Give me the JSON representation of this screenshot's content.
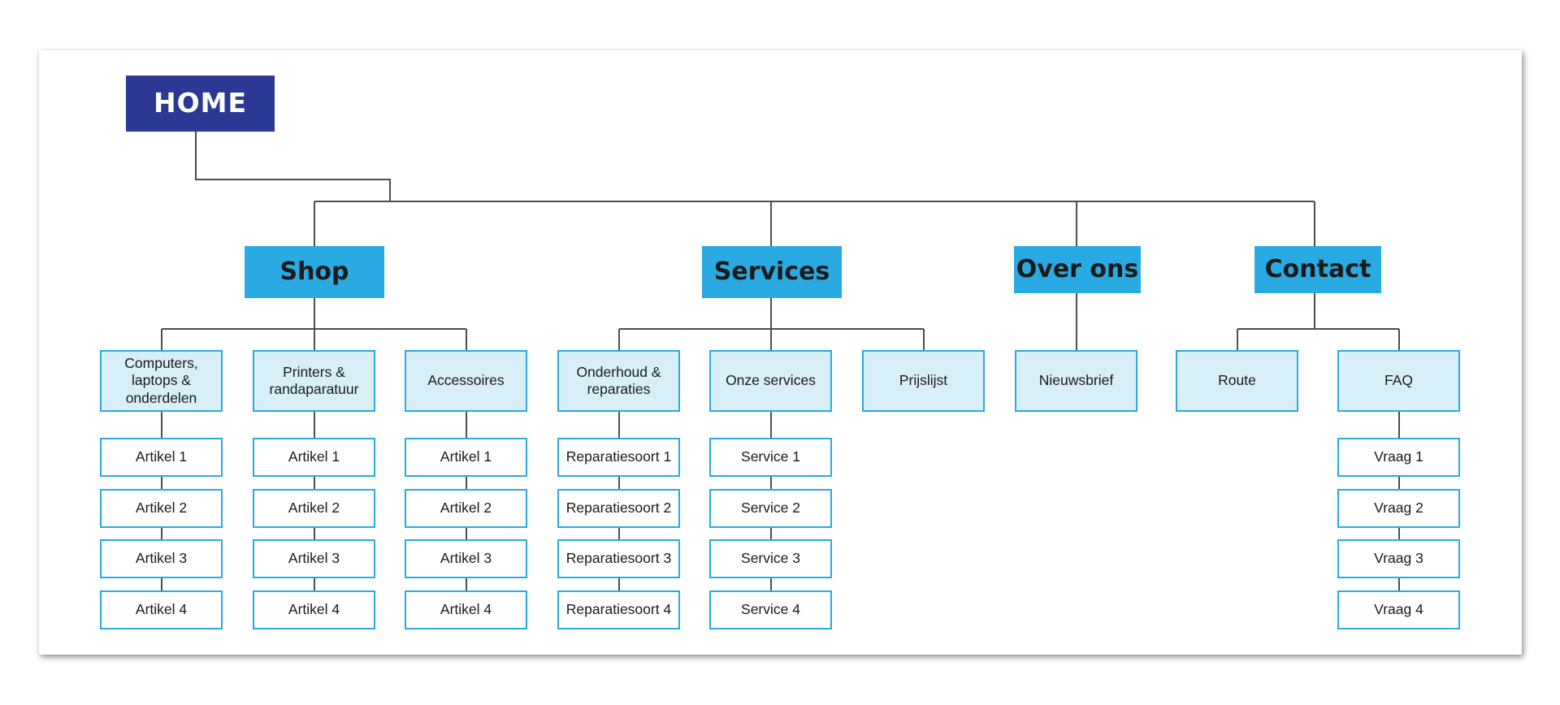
{
  "sitemap": {
    "home": "HOME",
    "sections": [
      {
        "title": "Shop",
        "pages": [
          {
            "title": "Computers, laptops & onderdelen",
            "items": [
              "Artikel 1",
              "Artikel 2",
              "Artikel 3",
              "Artikel 4"
            ]
          },
          {
            "title": "Printers & randaparatuur",
            "items": [
              "Artikel 1",
              "Artikel 2",
              "Artikel 3",
              "Artikel 4"
            ]
          },
          {
            "title": "Accessoires",
            "items": [
              "Artikel 1",
              "Artikel 2",
              "Artikel 3",
              "Artikel 4"
            ]
          }
        ]
      },
      {
        "title": "Services",
        "pages": [
          {
            "title": "Onderhoud & reparaties",
            "items": [
              "Reparatiesoort 1",
              "Reparatiesoort 2",
              "Reparatiesoort 3",
              "Reparatiesoort 4"
            ]
          },
          {
            "title": "Onze services",
            "items": [
              "Service 1",
              "Service 2",
              "Service 3",
              "Service 4"
            ]
          },
          {
            "title": "Prijslijst",
            "items": []
          }
        ]
      },
      {
        "title": "Over ons",
        "pages": [
          {
            "title": "Nieuwsbrief",
            "items": []
          }
        ]
      },
      {
        "title": "Contact",
        "pages": [
          {
            "title": "Route",
            "items": []
          },
          {
            "title": "FAQ",
            "items": [
              "Vraag 1",
              "Vraag 2",
              "Vraag 3",
              "Vraag 4"
            ]
          }
        ]
      }
    ]
  },
  "colors": {
    "home": "#2b3994",
    "section": "#29aae2",
    "page_fill": "#d9eff8",
    "border": "#29aae2",
    "connector": "#4d4d4d"
  }
}
